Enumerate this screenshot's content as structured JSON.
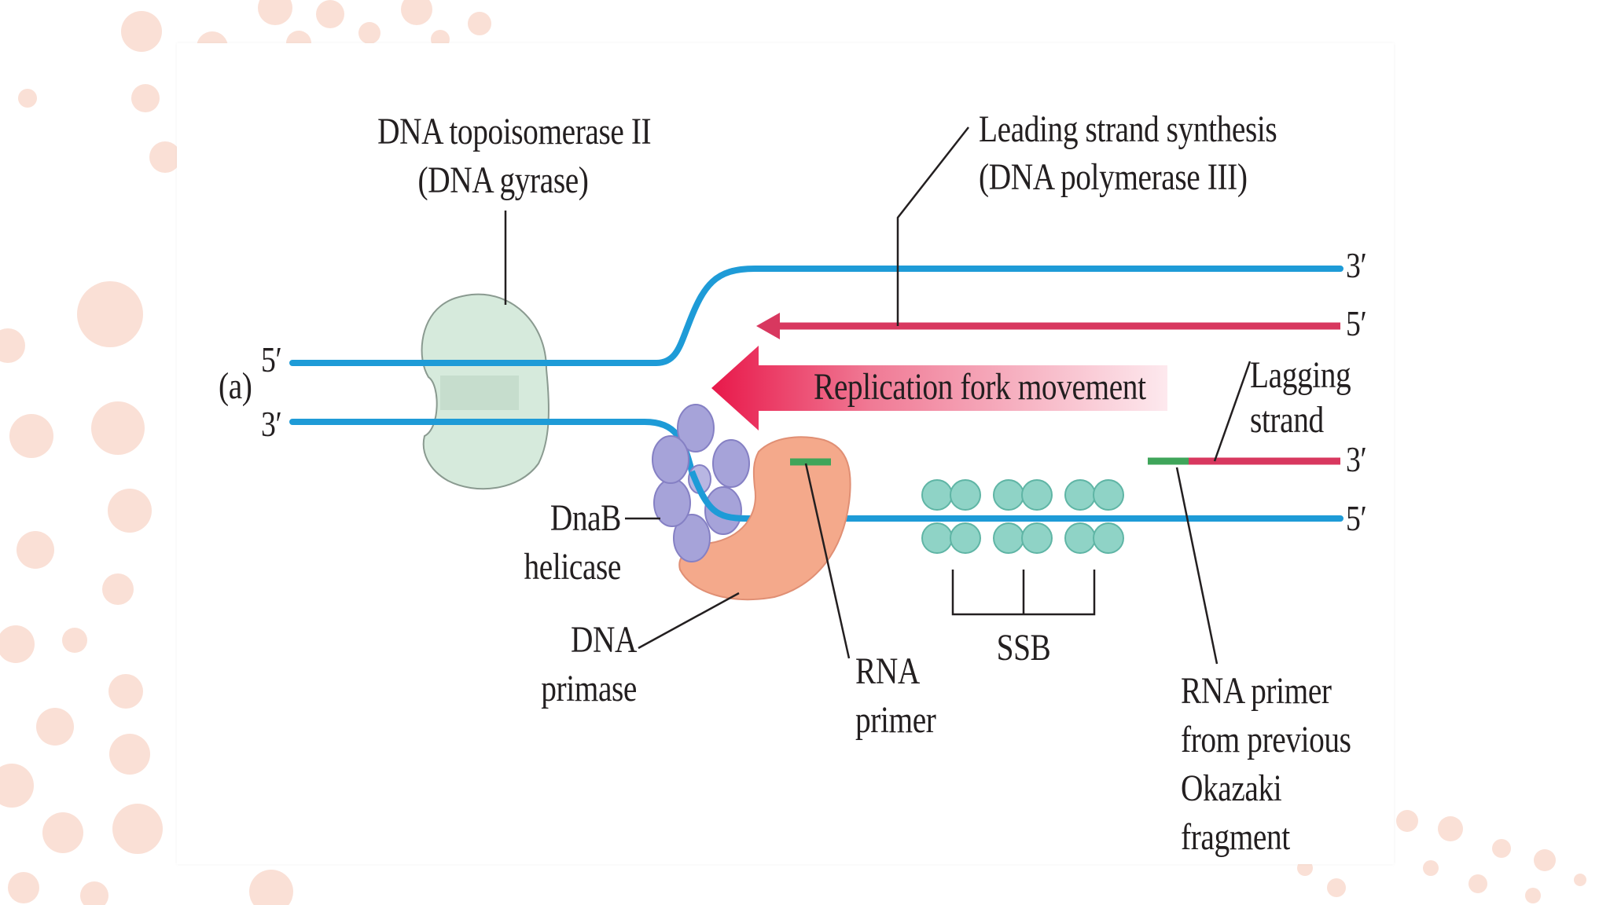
{
  "panel_label": "(a)",
  "strand_ends": {
    "top_left": "5′",
    "bottom_left": "3′",
    "leading_template": "3′",
    "leading_new": "5′",
    "lagging_new": "3′",
    "lagging_template": "5′"
  },
  "labels": {
    "topoisomerase_line1": "DNA topoisomerase II",
    "topoisomerase_line2": "(DNA gyrase)",
    "leading_line1": "Leading strand synthesis",
    "leading_line2": "(DNA polymerase III)",
    "fork_movement": "Replication fork movement",
    "lagging_line1": "Lagging",
    "lagging_line2": "strand",
    "dnab_line1": "DnaB",
    "dnab_line2": "helicase",
    "primase_line1": "DNA",
    "primase_line2": "primase",
    "rna_primer_line1": "RNA",
    "rna_primer_line2": "primer",
    "ssb": "SSB",
    "okazaki_line1": "RNA primer",
    "okazaki_line2": "from previous",
    "okazaki_line3": "Okazaki",
    "okazaki_line4": "fragment"
  },
  "colors": {
    "template_strand": "#1e9bd7",
    "new_strand": "#d8385f",
    "rna_primer": "#3fa55a",
    "gyrase": "#d6eadc",
    "helicase": "#a6a3d9",
    "primase": "#f4a98b",
    "ssb": "#8fd3c6",
    "fork_arrow": "#e8184a",
    "dots": "#fae0d6"
  },
  "icons": {
    "fork_arrow": "left-arrow-gradient",
    "helicase": "hexameric-ring",
    "ssb": "protein-tetramer-clusters"
  }
}
